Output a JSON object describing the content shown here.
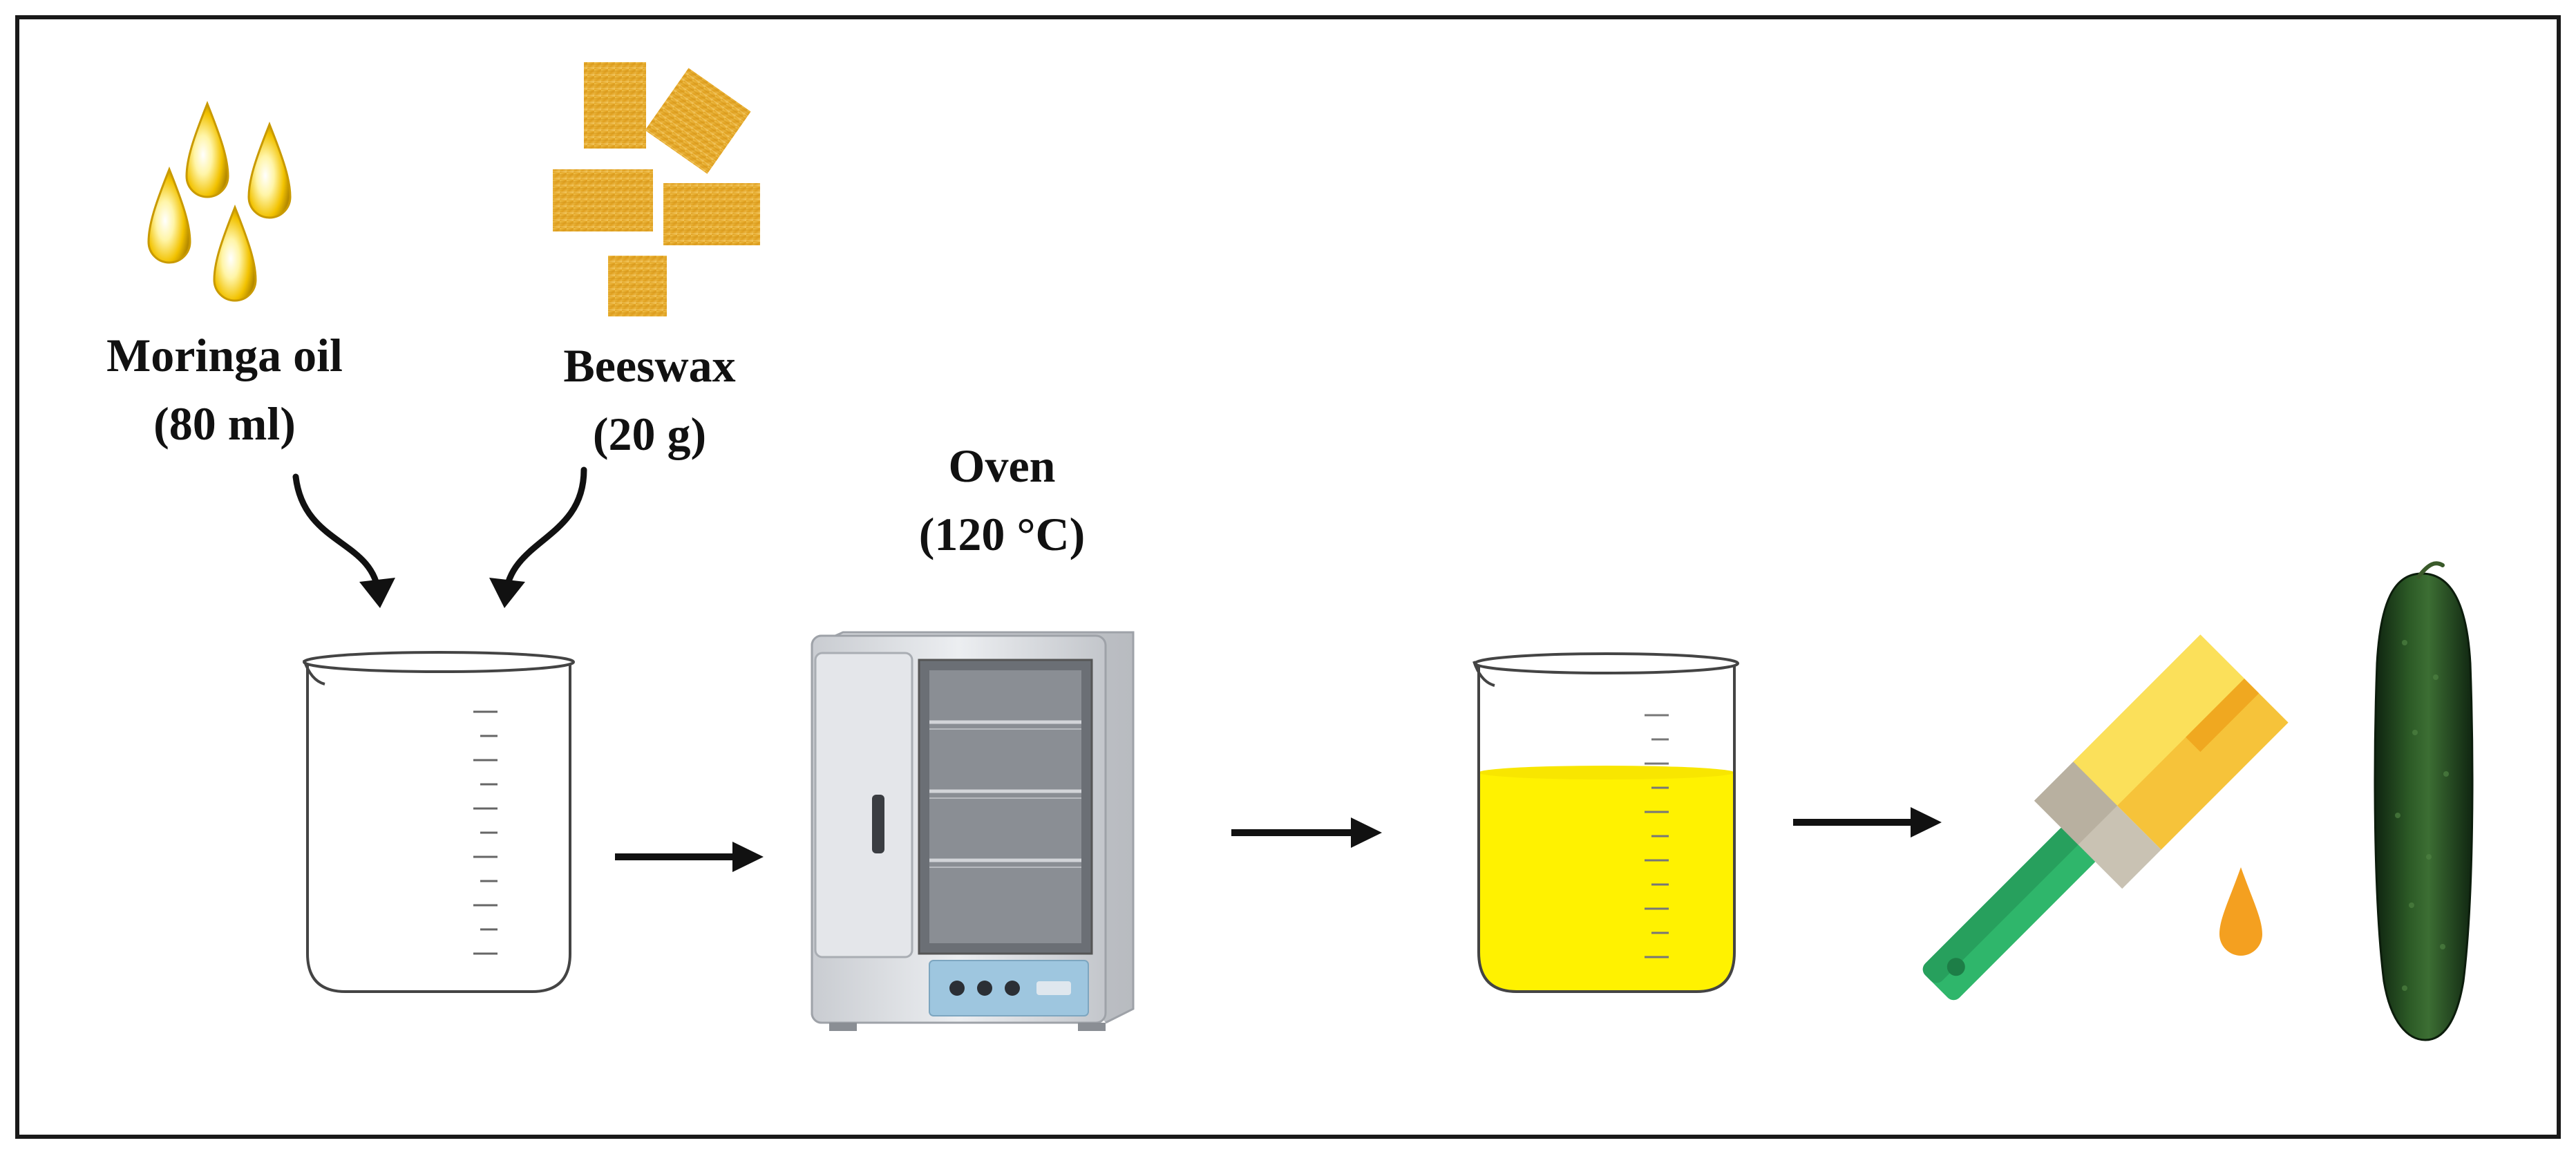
{
  "diagram": {
    "ingredients": [
      {
        "name": "Moringa oil",
        "amount": "(80 ml)"
      },
      {
        "name": "Beeswax",
        "amount": "(20 g)"
      }
    ],
    "oven": {
      "name": "Oven",
      "temperature": "(120 °C)"
    },
    "icons": {
      "oil": "oil-drops-icon",
      "wax": "beeswax-cubes-icon",
      "beaker_empty": "empty-beaker-icon",
      "oven": "oven-icon",
      "beaker_filled": "filled-beaker-icon",
      "brush": "paint-brush-icon",
      "cucumber": "cucumber-icon"
    },
    "colors": {
      "oil": "#f2c200",
      "wax": "#e3a92a",
      "coating": "#fff200",
      "brush_handle": "#2fb66b",
      "brush_head": "#f6c33a",
      "drop": "#f4a020",
      "cucumber": "#1f3d1c",
      "arrow": "#111111"
    }
  }
}
